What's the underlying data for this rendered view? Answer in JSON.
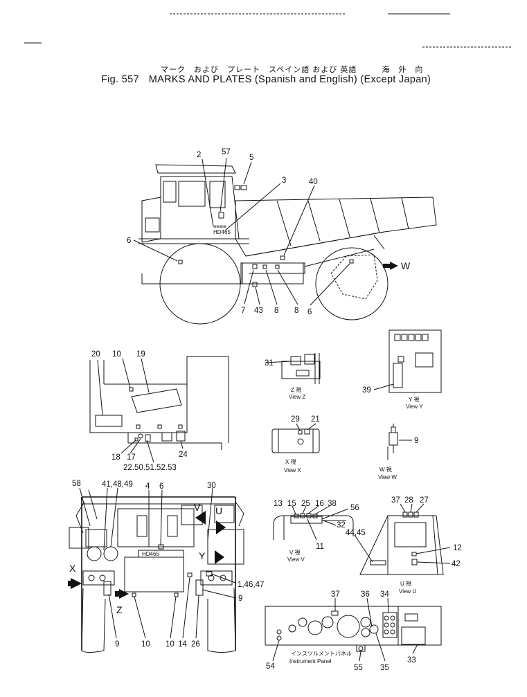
{
  "title": {
    "japanese": "マーク　および　プレート　スペイン語 および 英語　　　海　外　向",
    "figure_no": "Fig. 557",
    "english": "MARKS AND PLATES (Spanish and English) (Except Japan)"
  },
  "main_view": {
    "callouts": [
      "2",
      "57",
      "5",
      "3",
      "40",
      "6",
      "W",
      "7",
      "43",
      "8",
      "8",
      "6"
    ]
  },
  "detail_left": {
    "callouts": [
      "20",
      "10",
      "19",
      "18",
      "17",
      "22.50.51.52.53",
      "24"
    ]
  },
  "view_z": {
    "caption_jp": "Z 視",
    "caption": "View Z",
    "callouts": [
      "31"
    ]
  },
  "view_y": {
    "caption_jp": "Y 視",
    "caption": "View Y",
    "callouts": [
      "39"
    ]
  },
  "view_x": {
    "caption_jp": "X 視",
    "caption": "View X",
    "callouts": [
      "29",
      "21"
    ]
  },
  "view_w": {
    "caption_jp": "W 視",
    "caption": "View W",
    "callouts": [
      "9"
    ]
  },
  "rear_view": {
    "callouts": [
      "58",
      "41,48,49",
      "4",
      "6",
      "30",
      "V",
      "U",
      "Y",
      "X",
      "Z",
      "1,46,47",
      "9",
      "9",
      "10",
      "10",
      "14",
      "26"
    ]
  },
  "view_v": {
    "caption_jp": "V 視",
    "caption": "View V",
    "callouts": [
      "13",
      "15",
      "25",
      "16",
      "38",
      "56",
      "32",
      "11"
    ]
  },
  "view_u": {
    "caption_jp": "U 視",
    "caption": "View U",
    "callouts": [
      "37",
      "28",
      "27",
      "44,45",
      "12",
      "42"
    ]
  },
  "instrument_panel": {
    "caption_jp": "インスツルメントパネル",
    "caption": "Instrument Panel",
    "callouts": [
      "37",
      "36",
      "34",
      "54",
      "55",
      "35",
      "33"
    ]
  }
}
